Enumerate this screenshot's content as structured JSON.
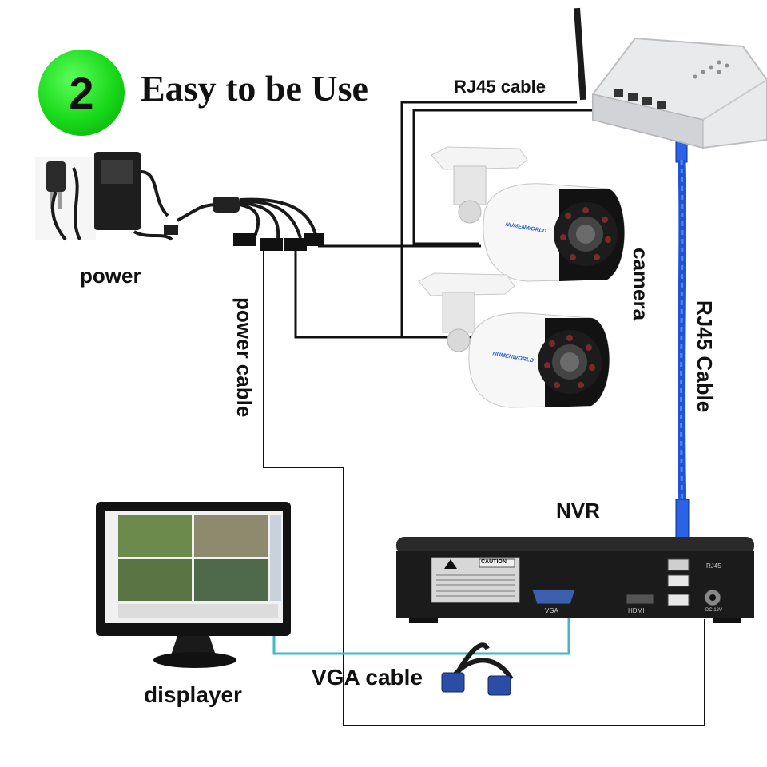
{
  "step": {
    "number": "2",
    "title": "Easy to be Use"
  },
  "labels": {
    "rj45_cable_top": "RJ45 cable",
    "power": "power",
    "power_cable": "power cable",
    "camera": "camera",
    "rj45_cable_vertical": "RJ45 Cable",
    "nvr": "NVR",
    "vga_cable": "VGA cable",
    "displayer": "displayer"
  },
  "nvr_panel": {
    "caution": "CAUTION",
    "vga_port": "VGA",
    "hdmi_port": "HDMI",
    "rj45_port": "RJ45",
    "dc_port": "DC 12V"
  },
  "camera_brand": "NUMENWORLD",
  "colors": {
    "badge_green": "#1ad11a",
    "rj45_blue": "#1f52d6",
    "vga_cyan": "#43b8c6",
    "wire_black": "#111111"
  }
}
